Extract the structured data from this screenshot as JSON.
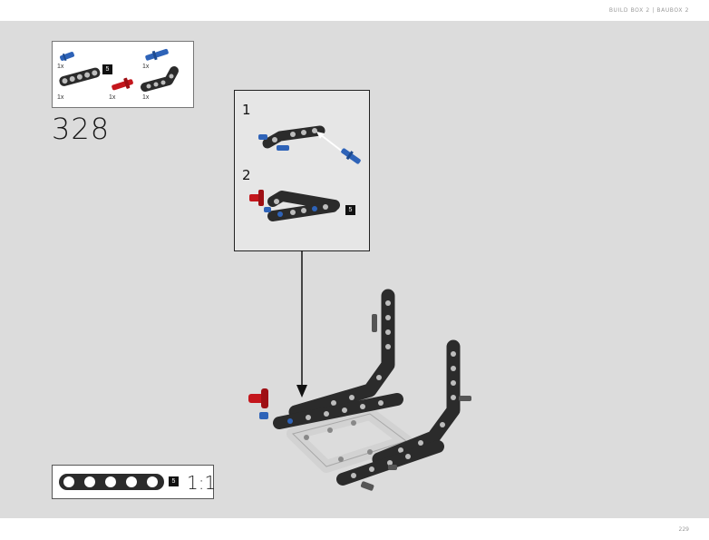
{
  "header": {
    "text": "BUILD BOX 2 | BAUBOX 2"
  },
  "parts_list": {
    "items": [
      {
        "qty": "1x",
        "part": "blue-connector-pin"
      },
      {
        "qty": "1x",
        "part": "black-beam-5",
        "length_badge": "5"
      },
      {
        "qty": "1x",
        "part": "blue-axle-pin"
      },
      {
        "qty": "1x",
        "part": "red-axle-pin"
      },
      {
        "qty": "1x",
        "part": "black-bent-beam"
      }
    ]
  },
  "step": {
    "number": "328"
  },
  "substeps": [
    {
      "number": "1"
    },
    {
      "number": "2",
      "length_badge": "5"
    }
  ],
  "scale_guide": {
    "length_badge": "5",
    "label": "1:1"
  },
  "footer": {
    "page_number": "229"
  },
  "colors": {
    "background": "#dcdcdc",
    "beam": "#2b2b2b",
    "blue_pin": "#2e63b8",
    "red_pin": "#c4161c",
    "light_gray_frame": "#cfcfcf"
  }
}
